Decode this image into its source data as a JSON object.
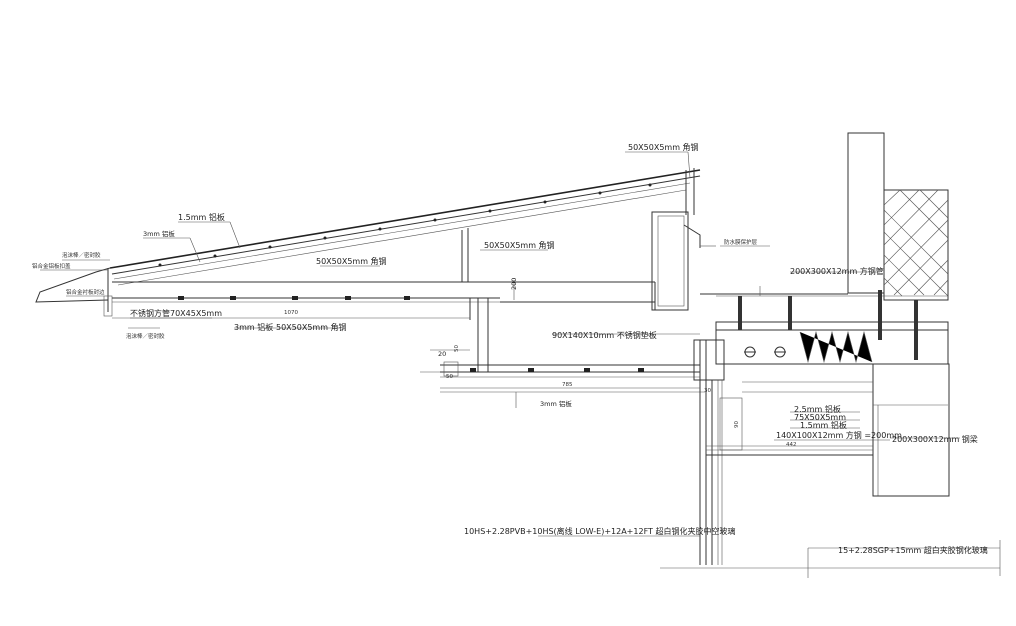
{
  "labels": {
    "angle_top": "50X50X5mm 角钢",
    "plate_15": "1.5mm 铝板",
    "plate_3": "3mm 铝板",
    "flash_left_1": "泡沫棒／密封胶",
    "flash_left_2": "铝合金铝板扣盖",
    "flash_left_3": "铝合金衬板封边",
    "angle_mid": "50X50X5mm 角钢",
    "angle_inner": "50X50X5mm 角钢",
    "waterproof": "防水膜保护层",
    "sq_tube": "不锈钢方管70X45X5mm",
    "sealant_left": "泡沫棒／密封胶",
    "plate_3_bottom": "3mm 铝板",
    "angle_bottom": "50X50X5mm 角钢",
    "beam_top": "200X300X12mm 方钢管",
    "plate_chan": "90X140X10mm 不锈钢垫板",
    "dim_200": "200",
    "dim_20": "20",
    "dim_1070": "1070",
    "dim_785": "785",
    "plate_3_lower": "3mm 铝板",
    "plate_25": "2.5mm 铝板",
    "l_angle": "75X50X5mm",
    "plate_15b": "1.5mm 铝板",
    "tube_140": "140X100X12mm 方钢 =200mm",
    "beam_bottom": "200X300X12mm 钢梁",
    "dim_442": "442",
    "glass_spec": "10HS+2.28PVB+10HS(离线 LOW-E)+12A+12FT 超白钢化夹胶中空玻璃",
    "glass_spec_2": "15+2.28SGP+15mm 超白夹胶钢化玻璃",
    "dim_small_1": "50",
    "dim_small_2": "50",
    "dim_small_3": "90",
    "dim_small_4": "30"
  }
}
